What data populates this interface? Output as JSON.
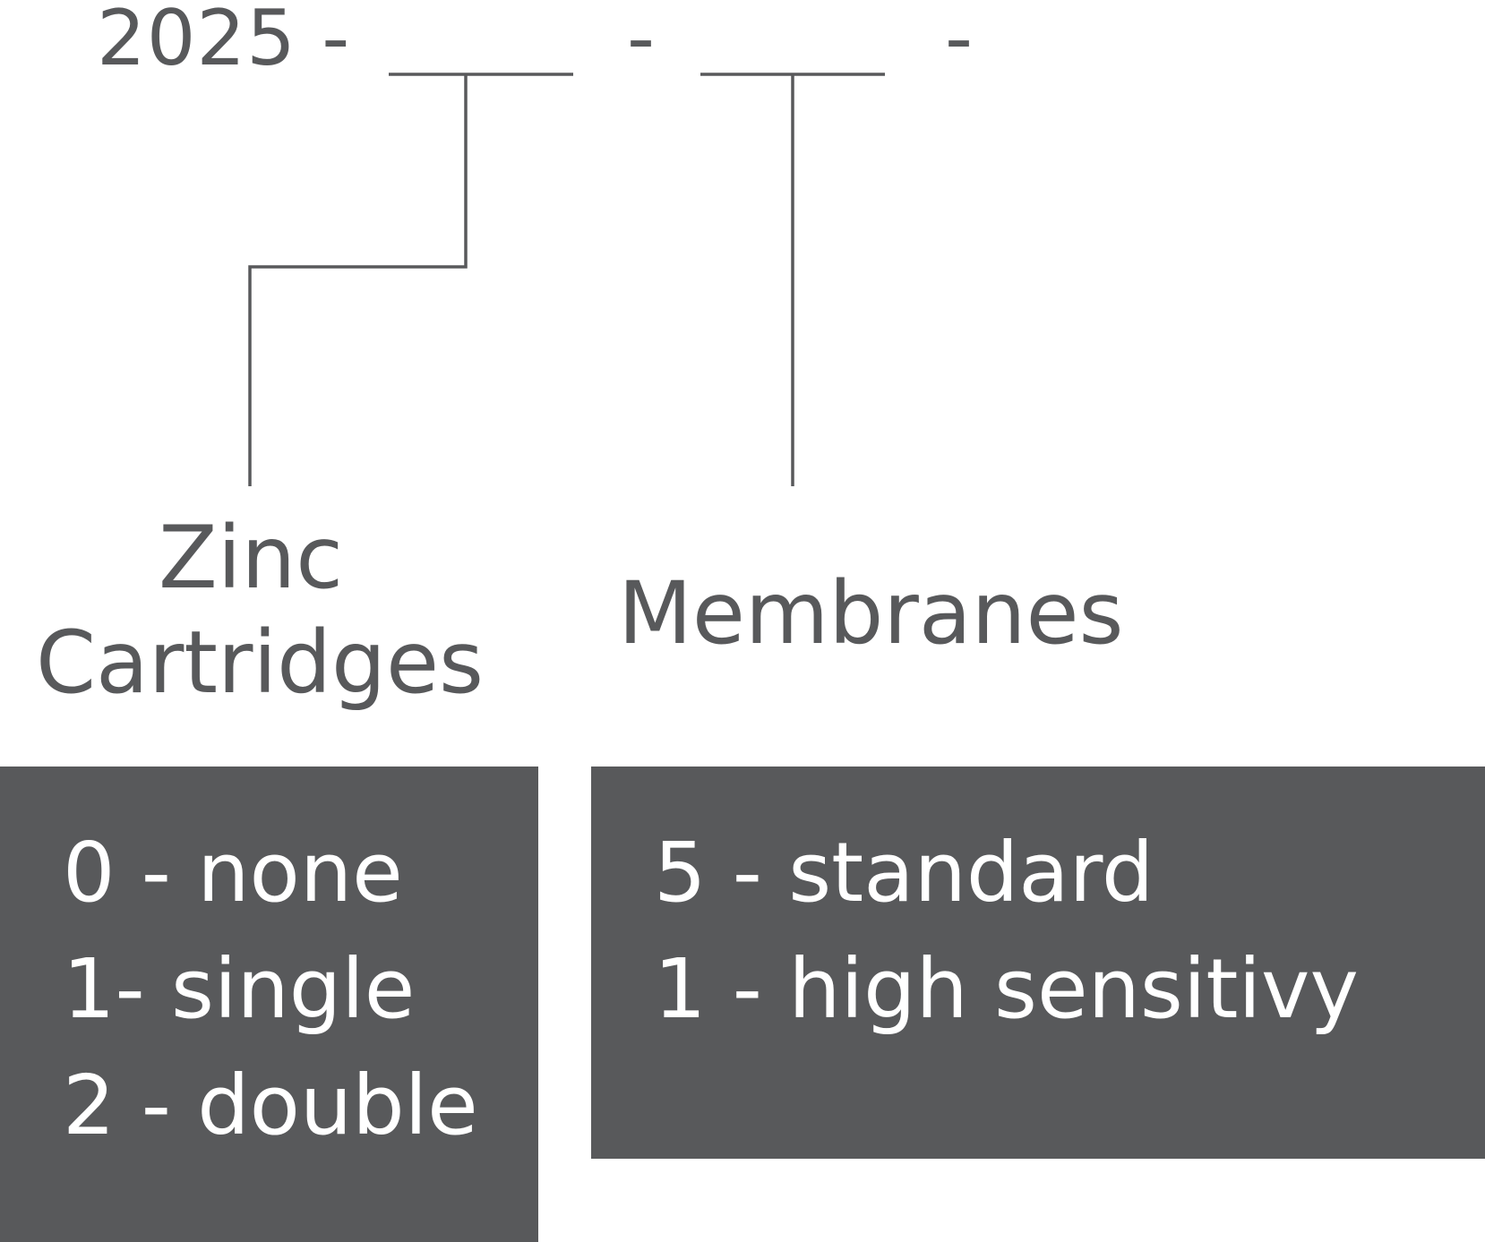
{
  "code": {
    "prefix": "2025 -",
    "separators": [
      "-",
      "-"
    ]
  },
  "fields": [
    {
      "label_lines": [
        "Zinc",
        "Cartridges"
      ],
      "options": [
        "0 - none",
        "1- single",
        "2 - double"
      ]
    },
    {
      "label_lines": [
        "Membranes"
      ],
      "options": [
        "5 - standard",
        "1 - high sensitivy"
      ]
    }
  ],
  "colors": {
    "ink": "#58595b",
    "box_fill": "#58595b",
    "box_text": "#ffffff",
    "background": "#ffffff"
  }
}
